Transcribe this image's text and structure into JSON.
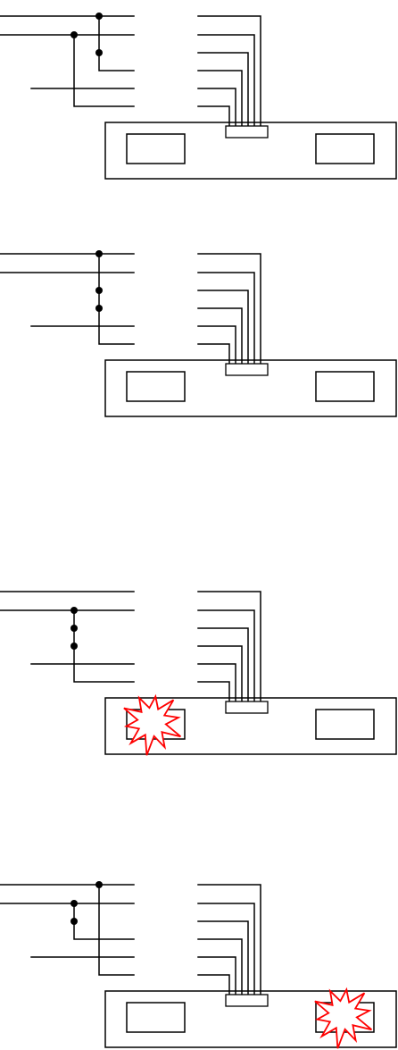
{
  "colors": {
    "line": "#000000",
    "background": "#ffffff",
    "burst_fill": "#ffffff",
    "burst_stroke": "#ff0000"
  },
  "diagrams": [
    {
      "name": "wiring-diagram-1",
      "junctions": [
        {
          "wire": 0,
          "vertical": "inner"
        },
        {
          "wire": 1,
          "vertical": "outer"
        },
        {
          "wire": 2,
          "vertical": "inner"
        }
      ],
      "burst": "none"
    },
    {
      "name": "wiring-diagram-2",
      "junctions": [
        {
          "wire": 0,
          "vertical": "inner"
        },
        {
          "wire": 2,
          "vertical": "inner"
        },
        {
          "wire": 3,
          "vertical": "inner"
        }
      ],
      "burst": "none"
    },
    {
      "name": "wiring-diagram-3",
      "junctions": [
        {
          "wire": 1,
          "vertical": "outer"
        },
        {
          "wire": 2,
          "vertical": "outer"
        },
        {
          "wire": 3,
          "vertical": "outer"
        }
      ],
      "burst": "left-module"
    },
    {
      "name": "wiring-diagram-4",
      "junctions": [
        {
          "wire": 0,
          "vertical": "inner"
        },
        {
          "wire": 1,
          "vertical": "outer"
        },
        {
          "wire": 2,
          "vertical": "outer"
        }
      ],
      "burst": "right-module"
    }
  ]
}
